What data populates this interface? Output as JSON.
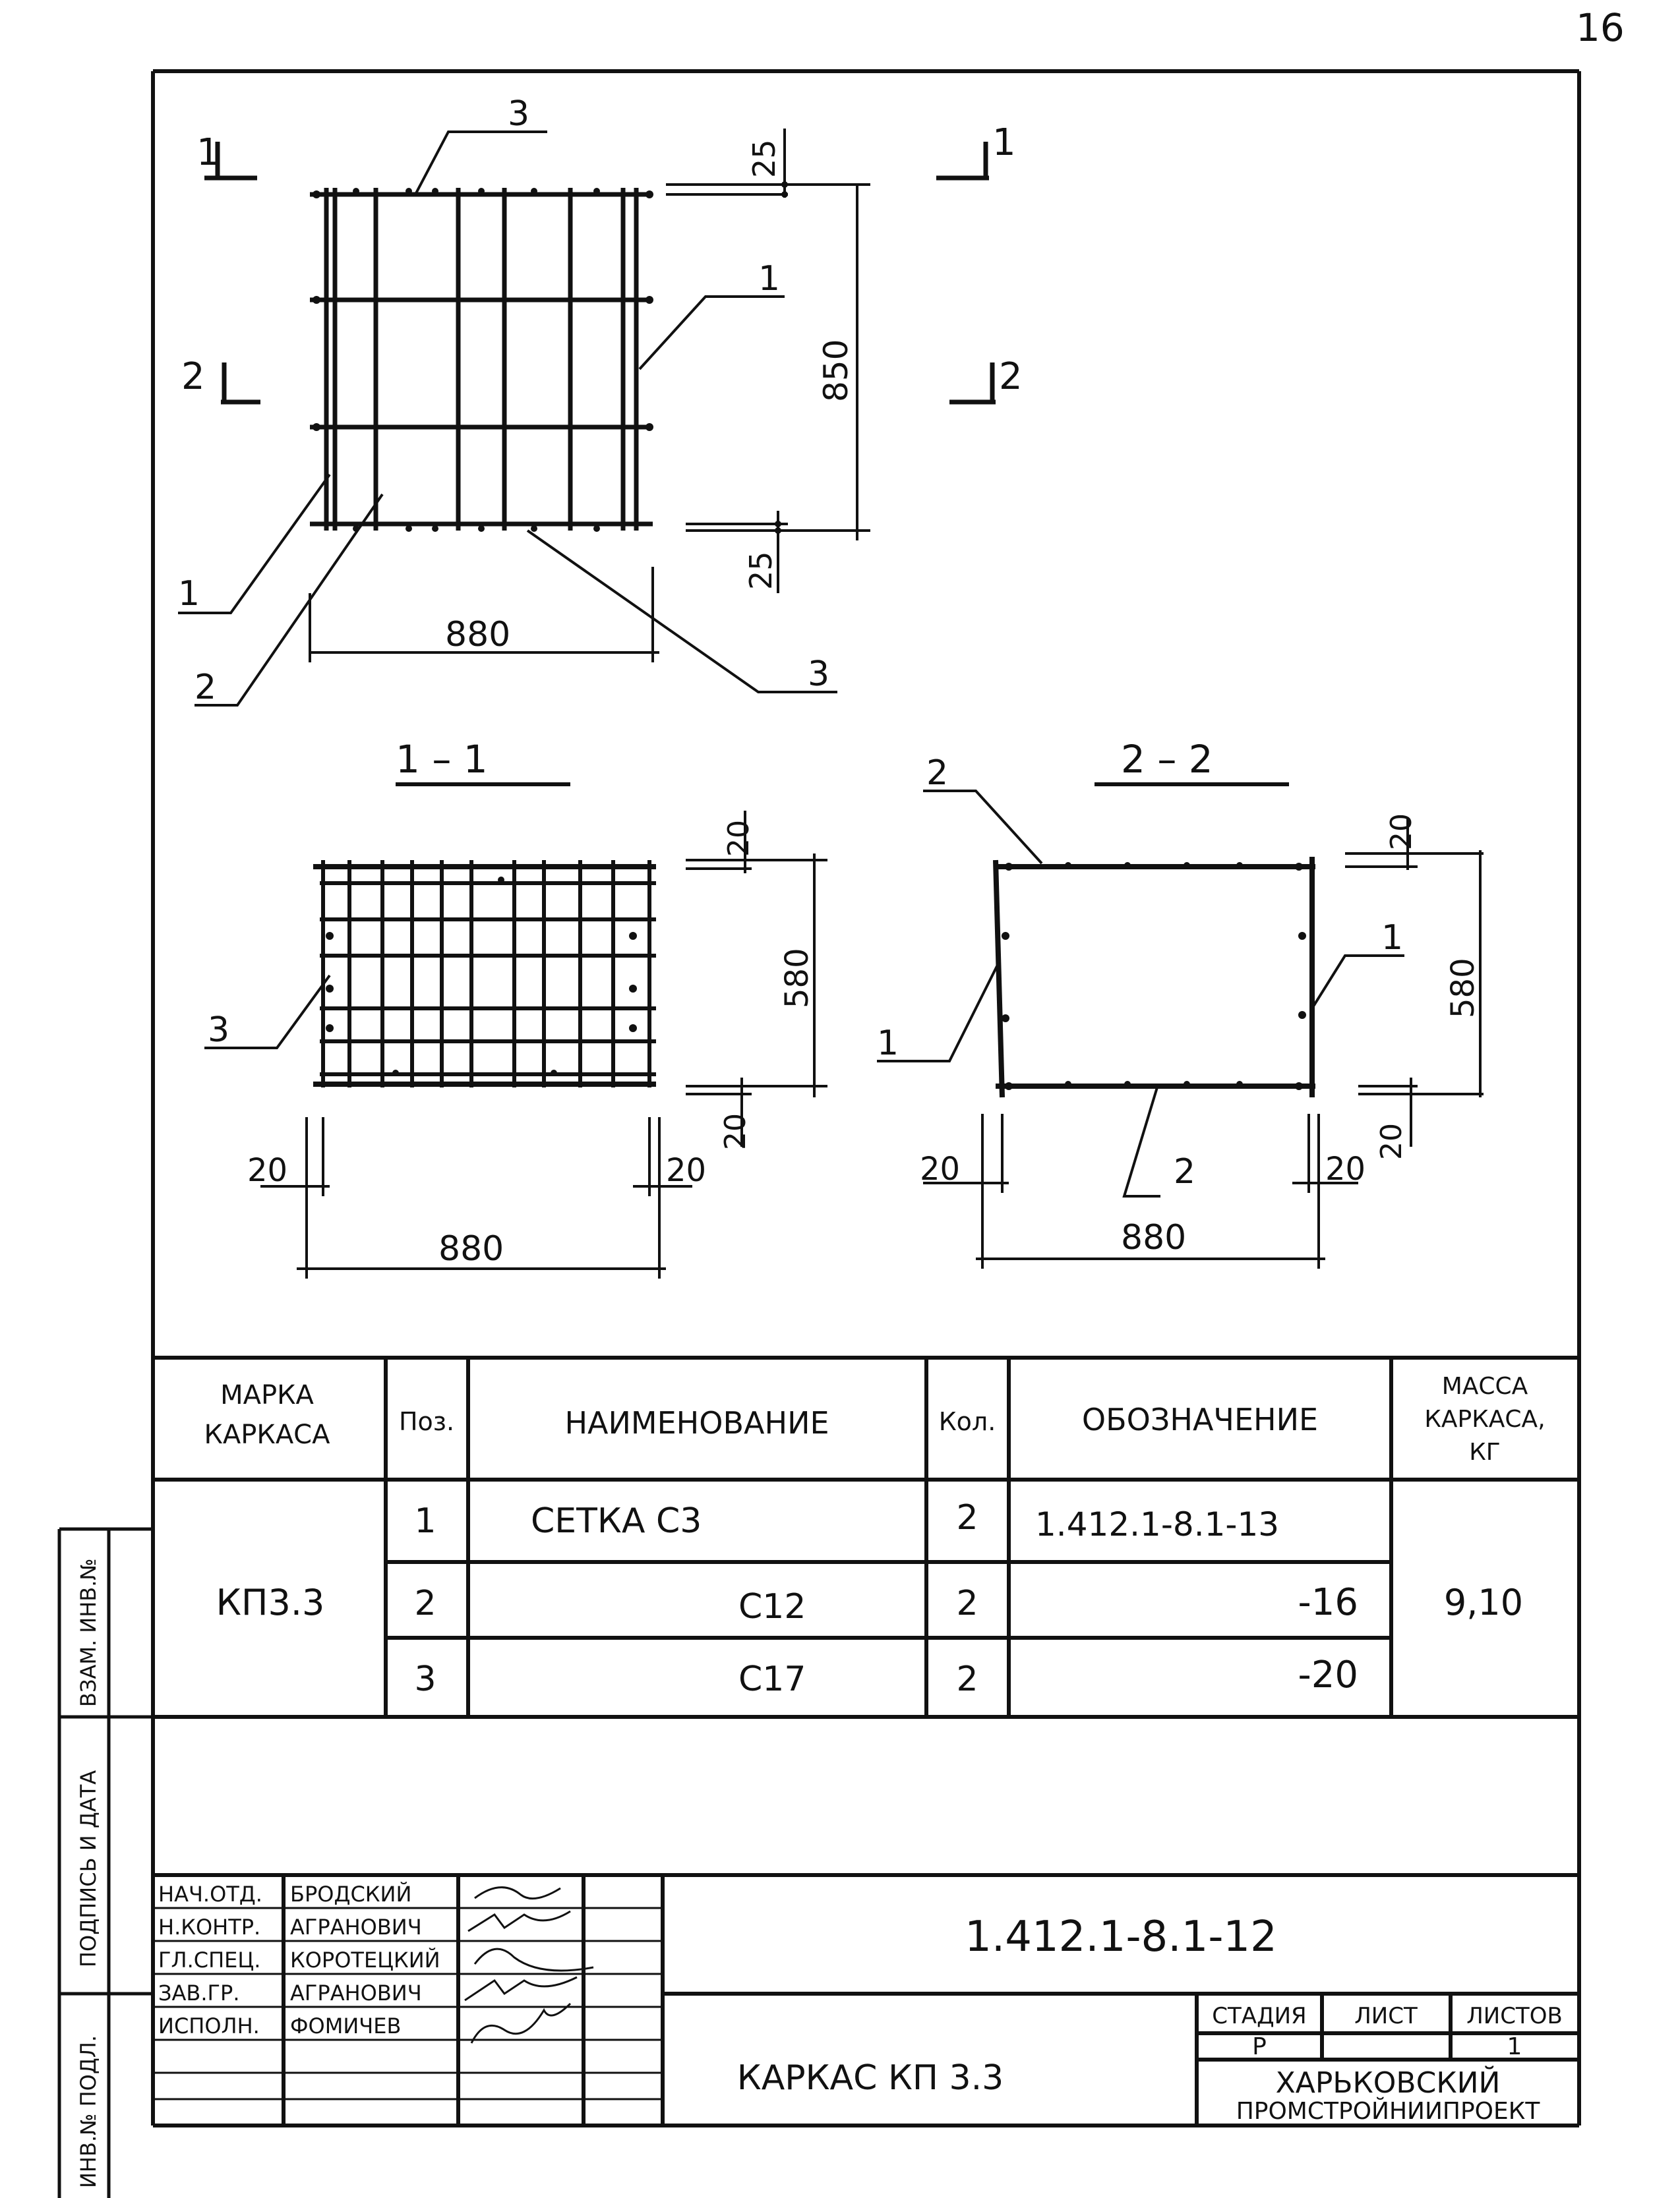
{
  "page_number": "16",
  "plan": {
    "section_marks": {
      "left_top": "1",
      "right_top": "1",
      "left_mid": "2",
      "right_mid": "2"
    },
    "callouts": {
      "top": "3",
      "right": "1",
      "left": "1",
      "bottom_left": "2",
      "bottom_right": "3"
    },
    "dims": {
      "top_cover": "25",
      "height": "850",
      "bottom_cover": "25",
      "width": "880"
    }
  },
  "section_1": {
    "title": "1 – 1",
    "callout": "3",
    "dims": {
      "top_cover": "20",
      "height": "580",
      "bottom_cover": "20",
      "left_cover": "20",
      "right_cover": "20",
      "width": "880"
    }
  },
  "section_2": {
    "title": "2 – 2",
    "callouts": {
      "top_left": "2",
      "right": "1",
      "left": "1",
      "bottom": "2"
    },
    "dims": {
      "top_cover": "20",
      "height": "580",
      "bottom_cover": "20",
      "left_cover": "20",
      "right_cover": "20",
      "width": "880"
    }
  },
  "spec_table": {
    "headers": {
      "mark_l1": "МАРКА",
      "mark_l2": "КАРКАСА",
      "pos": "Поз.",
      "name": "НАИМЕНОВАНИЕ",
      "qty": "Кол.",
      "designation": "ОБОЗНАЧЕНИЕ",
      "mass_l1": "МАССА",
      "mass_l2": "КАРКАСА,",
      "mass_l3": "КГ"
    },
    "mark": "КП3.3",
    "mass": "9,10",
    "rows": [
      {
        "pos": "1",
        "name": "СЕТКА  С3",
        "qty": "2",
        "designation": "1.412.1-8.1-13"
      },
      {
        "pos": "2",
        "name": "С12",
        "qty": "2",
        "designation": "-16"
      },
      {
        "pos": "3",
        "name": "С17",
        "qty": "2",
        "designation": "-20"
      }
    ]
  },
  "side_stamp": {
    "vzam": "ВЗАМ. ИНВ.№",
    "podpis": "ПОДПИСЬ И ДАТА",
    "inv": "ИНВ.№ ПОДЛ."
  },
  "title_block": {
    "document_code": "1.412.1-8.1-12",
    "title": "КАРКАС КП 3.3",
    "organization_l1": "ХАРЬКОВСКИЙ",
    "organization_l2": "ПРОМСТРОЙНИИПРОЕКТ",
    "stage_label": "СТАДИЯ",
    "sheet_label": "ЛИСТ",
    "sheets_label": "ЛИСТОВ",
    "stage": "Р",
    "sheet": "",
    "sheets": "1",
    "signers": [
      {
        "role": "НАЧ.ОТД.",
        "name": "БРОДСКИЙ"
      },
      {
        "role": "Н.КОНТР.",
        "name": "АГРАНОВИЧ"
      },
      {
        "role": "ГЛ.СПЕЦ.",
        "name": "КОРОТЕЦКИЙ"
      },
      {
        "role": "ЗАВ.ГР.",
        "name": "АГРАНОВИЧ"
      },
      {
        "role": "ИСПОЛН.",
        "name": "ФОМИЧЕВ"
      }
    ]
  }
}
